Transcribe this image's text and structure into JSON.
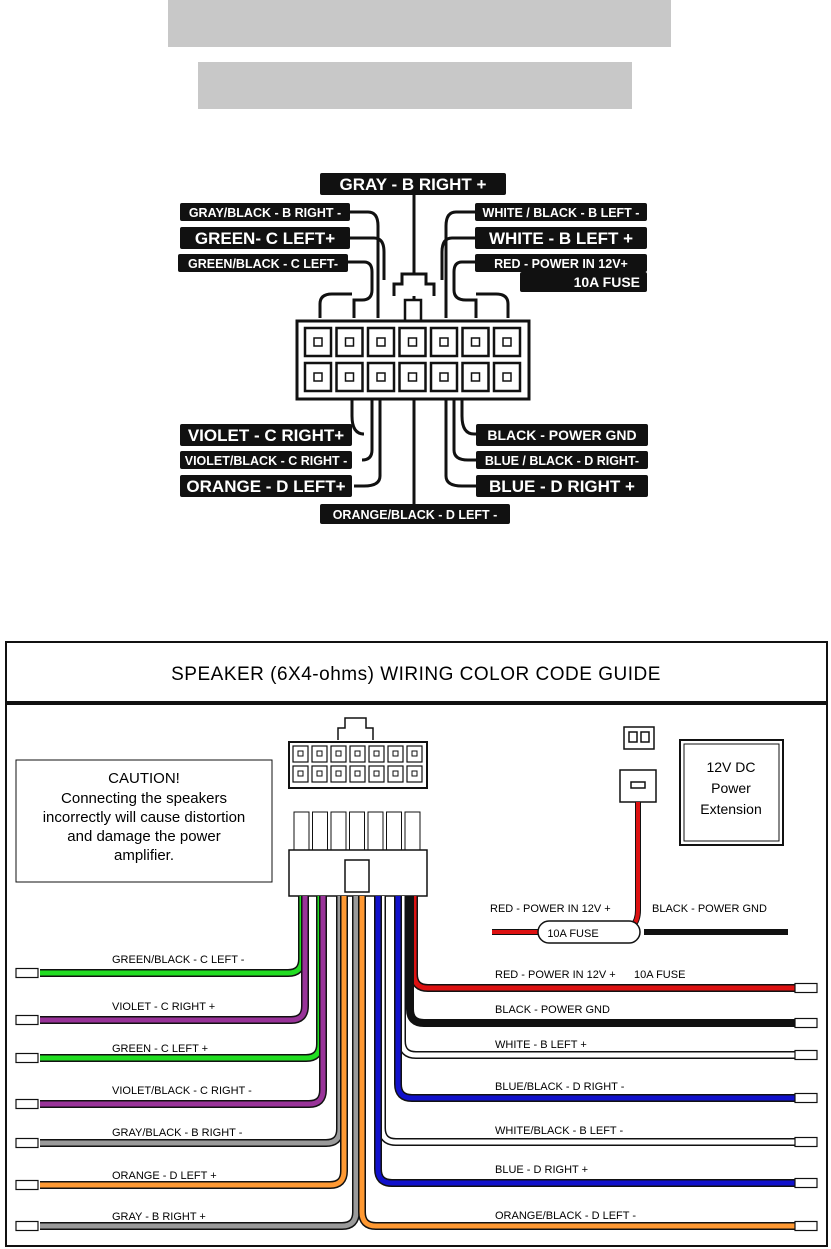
{
  "top_diagram": {
    "labels": {
      "gray_b_right_pos": "GRAY - B RIGHT +",
      "gray_black_b_right_neg": "GRAY/BLACK - B RIGHT -",
      "green_c_left_pos": "GREEN- C LEFT+",
      "green_black_c_left_neg": "GREEN/BLACK - C LEFT-",
      "white_black_b_left_neg": "WHITE / BLACK - B LEFT -",
      "white_b_left_pos": "WHITE - B LEFT +",
      "red_power_line1": "RED - POWER IN 12V+",
      "red_power_line2": "10A  FUSE",
      "violet_c_right_pos": "VIOLET - C RIGHT+",
      "violet_black_c_right_neg": "VIOLET/BLACK - C RIGHT -",
      "orange_d_left_pos": "ORANGE - D LEFT+",
      "black_power_gnd": "BLACK - POWER GND",
      "blue_black_d_right_neg": "BLUE / BLACK  - D RIGHT-",
      "blue_d_right_pos": "BLUE -  D RIGHT +",
      "orange_black_d_left_neg": "ORANGE/BLACK - D LEFT -"
    }
  },
  "guide": {
    "title": "SPEAKER  (6X4-ohms)  WIRING COLOR CODE GUIDE",
    "caution": {
      "heading": "CAUTION!",
      "line1": "Connecting the speakers",
      "line2": "incorrectly will cause distortion",
      "line3": "and damage the power",
      "line4": "amplifier."
    },
    "extension": {
      "line1": "12V DC",
      "line2": "Power",
      "line3": "Extension"
    },
    "power": {
      "red_label": "RED - POWER IN 12V +",
      "black_label": "BLACK - POWER GND",
      "fuse_label": "10A FUSE"
    },
    "wires_left": [
      "GREEN/BLACK - C LEFT -",
      "VIOLET - C RIGHT +",
      "GREEN - C LEFT +",
      "VIOLET/BLACK - C RIGHT -",
      "GRAY/BLACK - B RIGHT -",
      "ORANGE - D LEFT +",
      "GRAY - B RIGHT +"
    ],
    "wires_right": [
      "RED - POWER IN 12V +      10A FUSE",
      "BLACK - POWER GND",
      "WHITE - B LEFT +",
      "BLUE/BLACK - D RIGHT -",
      "WHITE/BLACK - B LEFT -",
      "BLUE - D RIGHT +",
      "ORANGE/BLACK - D LEFT -"
    ]
  },
  "colors": {
    "green": "#22dd22",
    "violet": "#993399",
    "gray": "#9a9a9a",
    "orange": "#ff9933",
    "red": "#dd1111",
    "blue": "#1111cc",
    "black": "#111111",
    "white": "#ffffff"
  }
}
